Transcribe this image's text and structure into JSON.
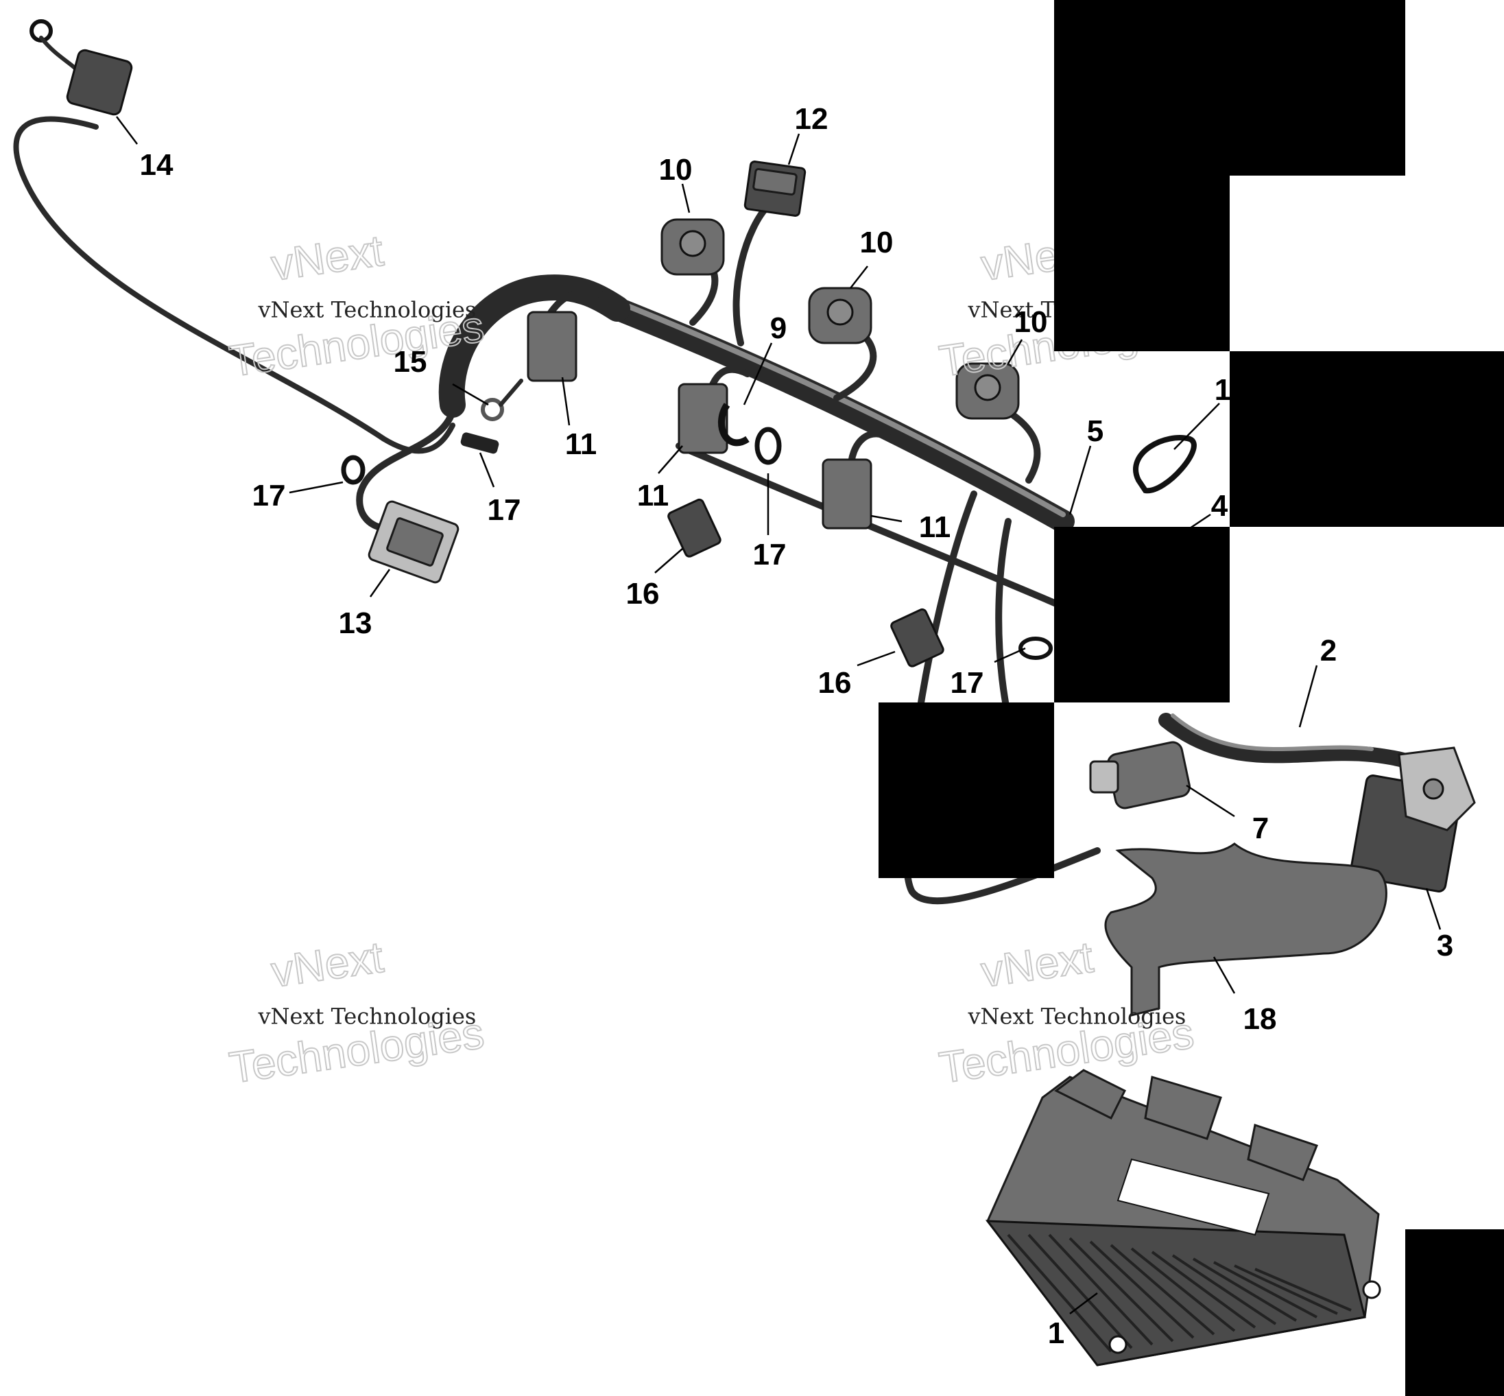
{
  "callouts": [
    {
      "id": "c14",
      "label": "14"
    },
    {
      "id": "c12",
      "label": "12"
    },
    {
      "id": "c10a",
      "label": "10"
    },
    {
      "id": "c10b",
      "label": "10"
    },
    {
      "id": "c10c",
      "label": "10"
    },
    {
      "id": "c9",
      "label": "9"
    },
    {
      "id": "c15",
      "label": "15"
    },
    {
      "id": "c11a",
      "label": "11"
    },
    {
      "id": "c11b",
      "label": "11"
    },
    {
      "id": "c11c",
      "label": "11"
    },
    {
      "id": "c17a",
      "label": "17"
    },
    {
      "id": "c17b",
      "label": "17"
    },
    {
      "id": "c17c",
      "label": "17"
    },
    {
      "id": "c17d",
      "label": "17"
    },
    {
      "id": "c13",
      "label": "13"
    },
    {
      "id": "c16a",
      "label": "16"
    },
    {
      "id": "c16b",
      "label": "16"
    },
    {
      "id": "c5",
      "label": "5"
    },
    {
      "id": "c1top",
      "label": "1"
    },
    {
      "id": "c4",
      "label": "4"
    },
    {
      "id": "c2",
      "label": "2"
    },
    {
      "id": "c7",
      "label": "7"
    },
    {
      "id": "c3",
      "label": "3"
    },
    {
      "id": "c18",
      "label": "18"
    },
    {
      "id": "c1",
      "label": "1"
    }
  ],
  "watermarks": [
    {
      "line1": "vNext",
      "line2": "vNext Technologies",
      "line3": "Technologies"
    },
    {
      "line1": "vNext",
      "line2": "vNext Technologies",
      "line3": "Technologies"
    },
    {
      "line1": "vNext",
      "line2": "vNext Technologies",
      "line3": "Technologies"
    },
    {
      "line1": "vNext",
      "line2": "vNext Technologies",
      "line3": "Technologies"
    }
  ]
}
